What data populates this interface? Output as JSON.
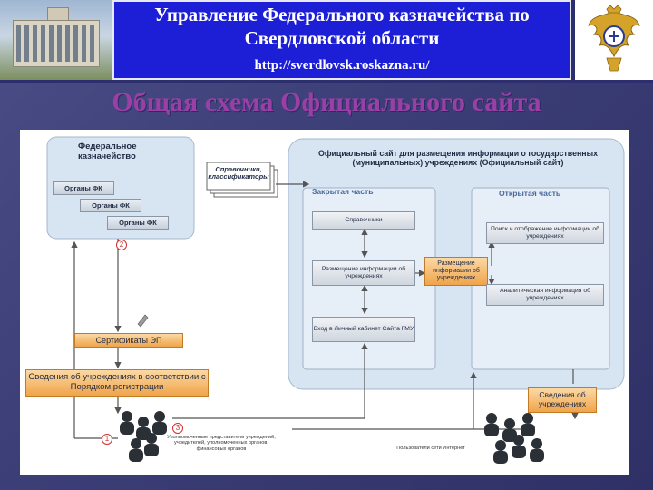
{
  "header": {
    "title_line1": "Управление Федерального казначейства по",
    "title_line2": "Свердловской области",
    "url": "http://sverdlovsk.roskazna.ru/"
  },
  "slide_title": "Общая схема Официального сайта",
  "diagram": {
    "federal_treasury_title": "Федеральное казначейство",
    "fk_organs": [
      "Органы ФК",
      "Органы ФК",
      "Органы ФК"
    ],
    "reference_docs": "Справочники, классификаторы",
    "official_site_title": "Официальный сайт для размещения информации о государственных (муниципальных) учреждениях (Официальный сайт)",
    "closed_part_title": "Закрытая часть",
    "open_part_title": "Открытая часть",
    "closed_items": [
      "Справочники",
      "Размещение информации об учреждениях",
      "Вход в Личный кабинет Сайта ГМУ"
    ],
    "open_items": [
      "Поиск и отображение информации об учреждениях",
      "Аналитическая информация об учреждениях"
    ],
    "placement_box": "Размещение информации об учреждениях",
    "certificates": "Сертификаты ЭП",
    "registration_info": "Сведения об учреждениях в соответствии с Порядком регистрации",
    "institution_info": "Сведения об учреждениях",
    "authorized_users": "Уполномоченные представители учреждений, учредителей, уполномоченных органов, финансовых органов",
    "internet_users": "Пользователи сети Интернет",
    "step_numbers": [
      "1",
      "2",
      "3"
    ]
  },
  "colors": {
    "title_box": "#1d1fd6",
    "slide_title": "#9a3fa6",
    "orange_box": "#f0a44a",
    "panel": "#d7e4f1",
    "arrow": "#555555"
  }
}
